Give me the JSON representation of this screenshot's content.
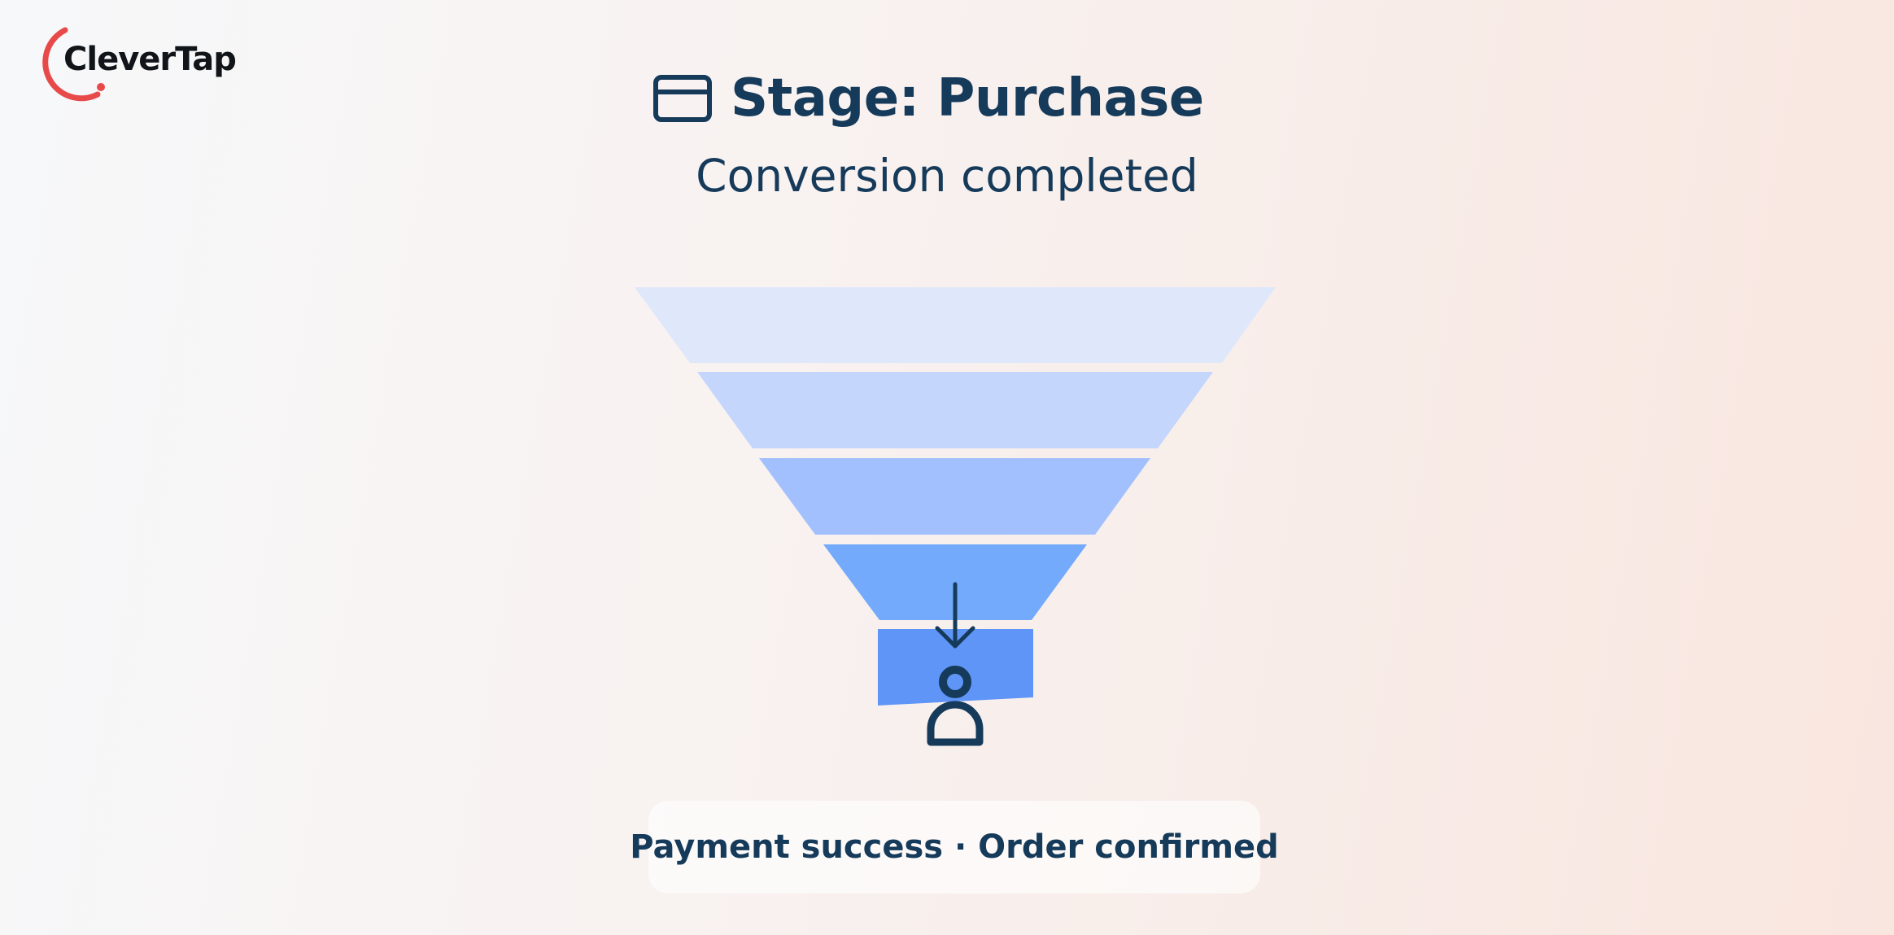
{
  "brand": {
    "logo_text": "CleverTap",
    "logo_color": "#e84a4a"
  },
  "header": {
    "icon": "credit-card-icon",
    "title": "Stage: Purchase",
    "subtitle": "Conversion completed"
  },
  "funnel": {
    "layers": 5,
    "layer_colors": [
      "#dfe8fb",
      "#c4d6fc",
      "#a2c0fd",
      "#74aafc",
      "#5e95f7"
    ],
    "highlighted_layer": 5,
    "icons": [
      "arrow-down-icon",
      "user-icon"
    ],
    "icon_color": "#163a5a"
  },
  "caption": {
    "text": "Payment success · Order confirmed"
  },
  "colors": {
    "text_primary": "#163a5a",
    "accent": "#e84a4a"
  }
}
